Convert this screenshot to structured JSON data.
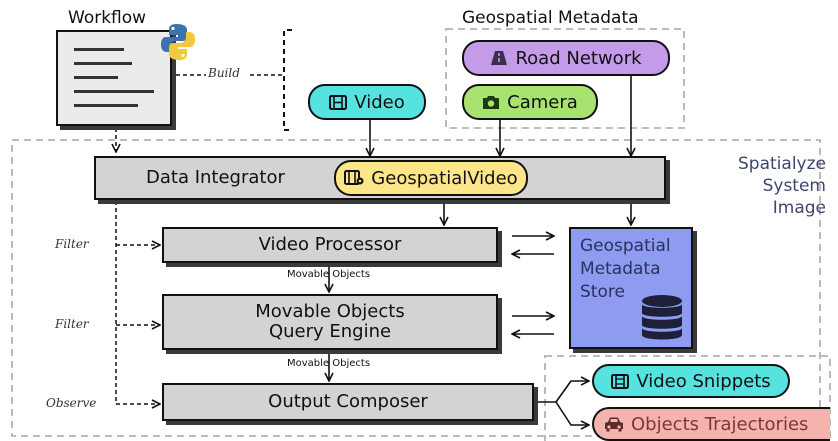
{
  "workflow": {
    "title": "Workflow",
    "build_label": "Build"
  },
  "geo_metadata": {
    "title": "Geospatial Metadata",
    "road_network_label": "Road Network",
    "camera_label": "Camera"
  },
  "inputs": {
    "video_label": "Video"
  },
  "system": {
    "label_line1": "Spatialyze",
    "label_line2": "System",
    "label_line3": "Image",
    "data_integrator_label": "Data Integrator",
    "geospatial_video_label": "GeospatialVideo",
    "video_processor_label": "Video Processor",
    "query_engine_line1": "Movable Objects",
    "query_engine_line2": "Query Engine",
    "output_composer_label": "Output Composer",
    "store_line1": "Geospatial",
    "store_line2": "Metadata",
    "store_line3": "Store",
    "movable_objects_1": "Movable Objects",
    "movable_objects_2": "Movable Objects"
  },
  "ops": {
    "filter_1": "Filter",
    "filter_2": "Filter",
    "observe": "Observe"
  },
  "outputs": {
    "video_snippets_label": "Video Snippets",
    "objects_trajectories_label": "Objects Trajectories"
  },
  "colors": {
    "road_network": "#c49be8",
    "camera": "#a7e36e",
    "video": "#56e3e0",
    "geospatial_video": "#fde58a",
    "store": "#8d9cf0",
    "video_snippets": "#56e3e0",
    "objects_trajectories": "#f5b3ad"
  }
}
